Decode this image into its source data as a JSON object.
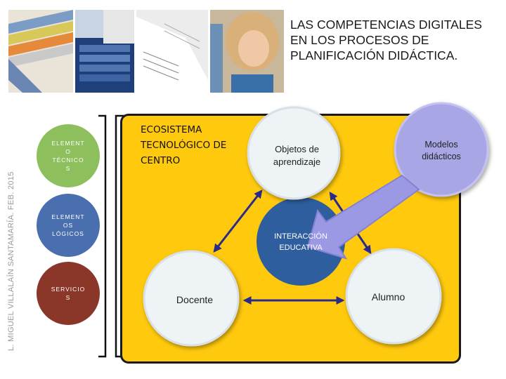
{
  "title": "LAS COMPETENCIAS DIGITALES EN LOS PROCESOS DE PLANIFICACIÓN DIDÁCTICA.",
  "vertical_credit": "L. MIGUEL VILLALAÍN SANTAMARÍA. FEB. 2015",
  "left_items": [
    {
      "label": "ELEMENT O TÉCNICO S",
      "color": "#8dbf5c"
    },
    {
      "label": "ELEMENT OS LÓGICOS",
      "color": "#4a6fae"
    },
    {
      "label": "SERVICIO S",
      "color": "#8a3628"
    }
  ],
  "ecosystem": "ECOSISTEMA TECNOLÓGICO DE CENTRO",
  "nodes": {
    "objetos": "Objetos de aprendizaje",
    "modelos": "Modelos didácticos",
    "interaccion": "INTERACCIÓN EDUCATIVA",
    "docente": "Docente",
    "alumno": "Alumno"
  },
  "colors": {
    "yellow": "#ffc90e",
    "node_white": "#eef3f6",
    "interaccion": "#2f5e9e",
    "modelos": "#a9a6e6"
  }
}
